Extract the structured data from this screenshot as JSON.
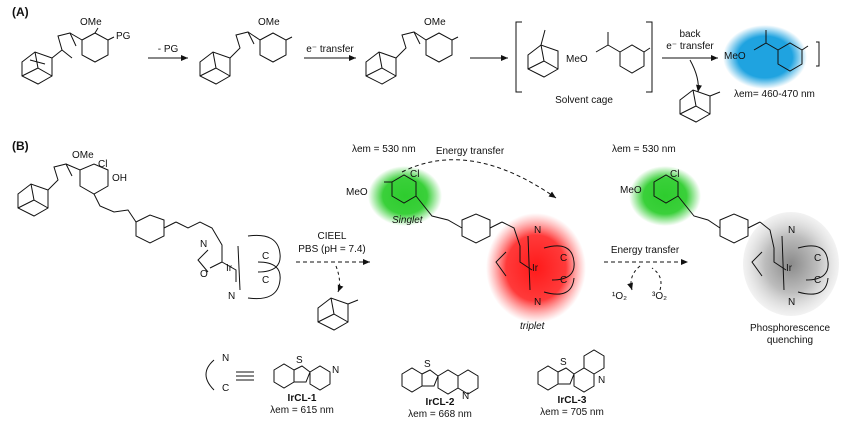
{
  "panel_a": {
    "label": "(A)",
    "groups": {
      "pg": "PG",
      "ome": "OMe",
      "meo": "MeO"
    },
    "steps": {
      "deprotect": "- PG",
      "e_transfer": "e⁻ transfer",
      "back_transfer_1": "back",
      "back_transfer_2": "e⁻ transfer"
    },
    "solvent_cage": "Solvent cage",
    "emission": "λem= 460-470 nm"
  },
  "panel_b": {
    "label": "(B)",
    "groups": {
      "ome": "OMe",
      "cl": "Cl",
      "oh": "OH",
      "meo": "MeO",
      "n": "N",
      "c": "C",
      "o": "O",
      "ir": "Ir"
    },
    "conditions_1": "CIEEL",
    "conditions_2": "PBS (pH = 7.4)",
    "em_left": "λem = 530 nm",
    "em_right": "λem = 530 nm",
    "energy_transfer_top": "Energy transfer",
    "energy_transfer_right": "Energy transfer",
    "singlet": "Singlet",
    "triplet": "triplet",
    "singlet_oxygen": "¹O₂",
    "triplet_oxygen": "³O₂",
    "quench_1": "Phosphorescence",
    "quench_2": "quenching"
  },
  "ligands": {
    "eq_n": "N",
    "eq_c": "C",
    "items": [
      {
        "name": "IrCL-1",
        "em": "λem = 615 nm"
      },
      {
        "name": "IrCL-2",
        "em": "λem = 668 nm"
      },
      {
        "name": "IrCL-3",
        "em": "λem = 705 nm"
      }
    ],
    "hetero": {
      "s": "S",
      "n": "N"
    }
  },
  "colors": {
    "blue_glow": "#1fa3e0",
    "green_glow": "#2ecc2e",
    "red_glow": "#ff2020",
    "grey_glow": "#9a9a9a"
  }
}
